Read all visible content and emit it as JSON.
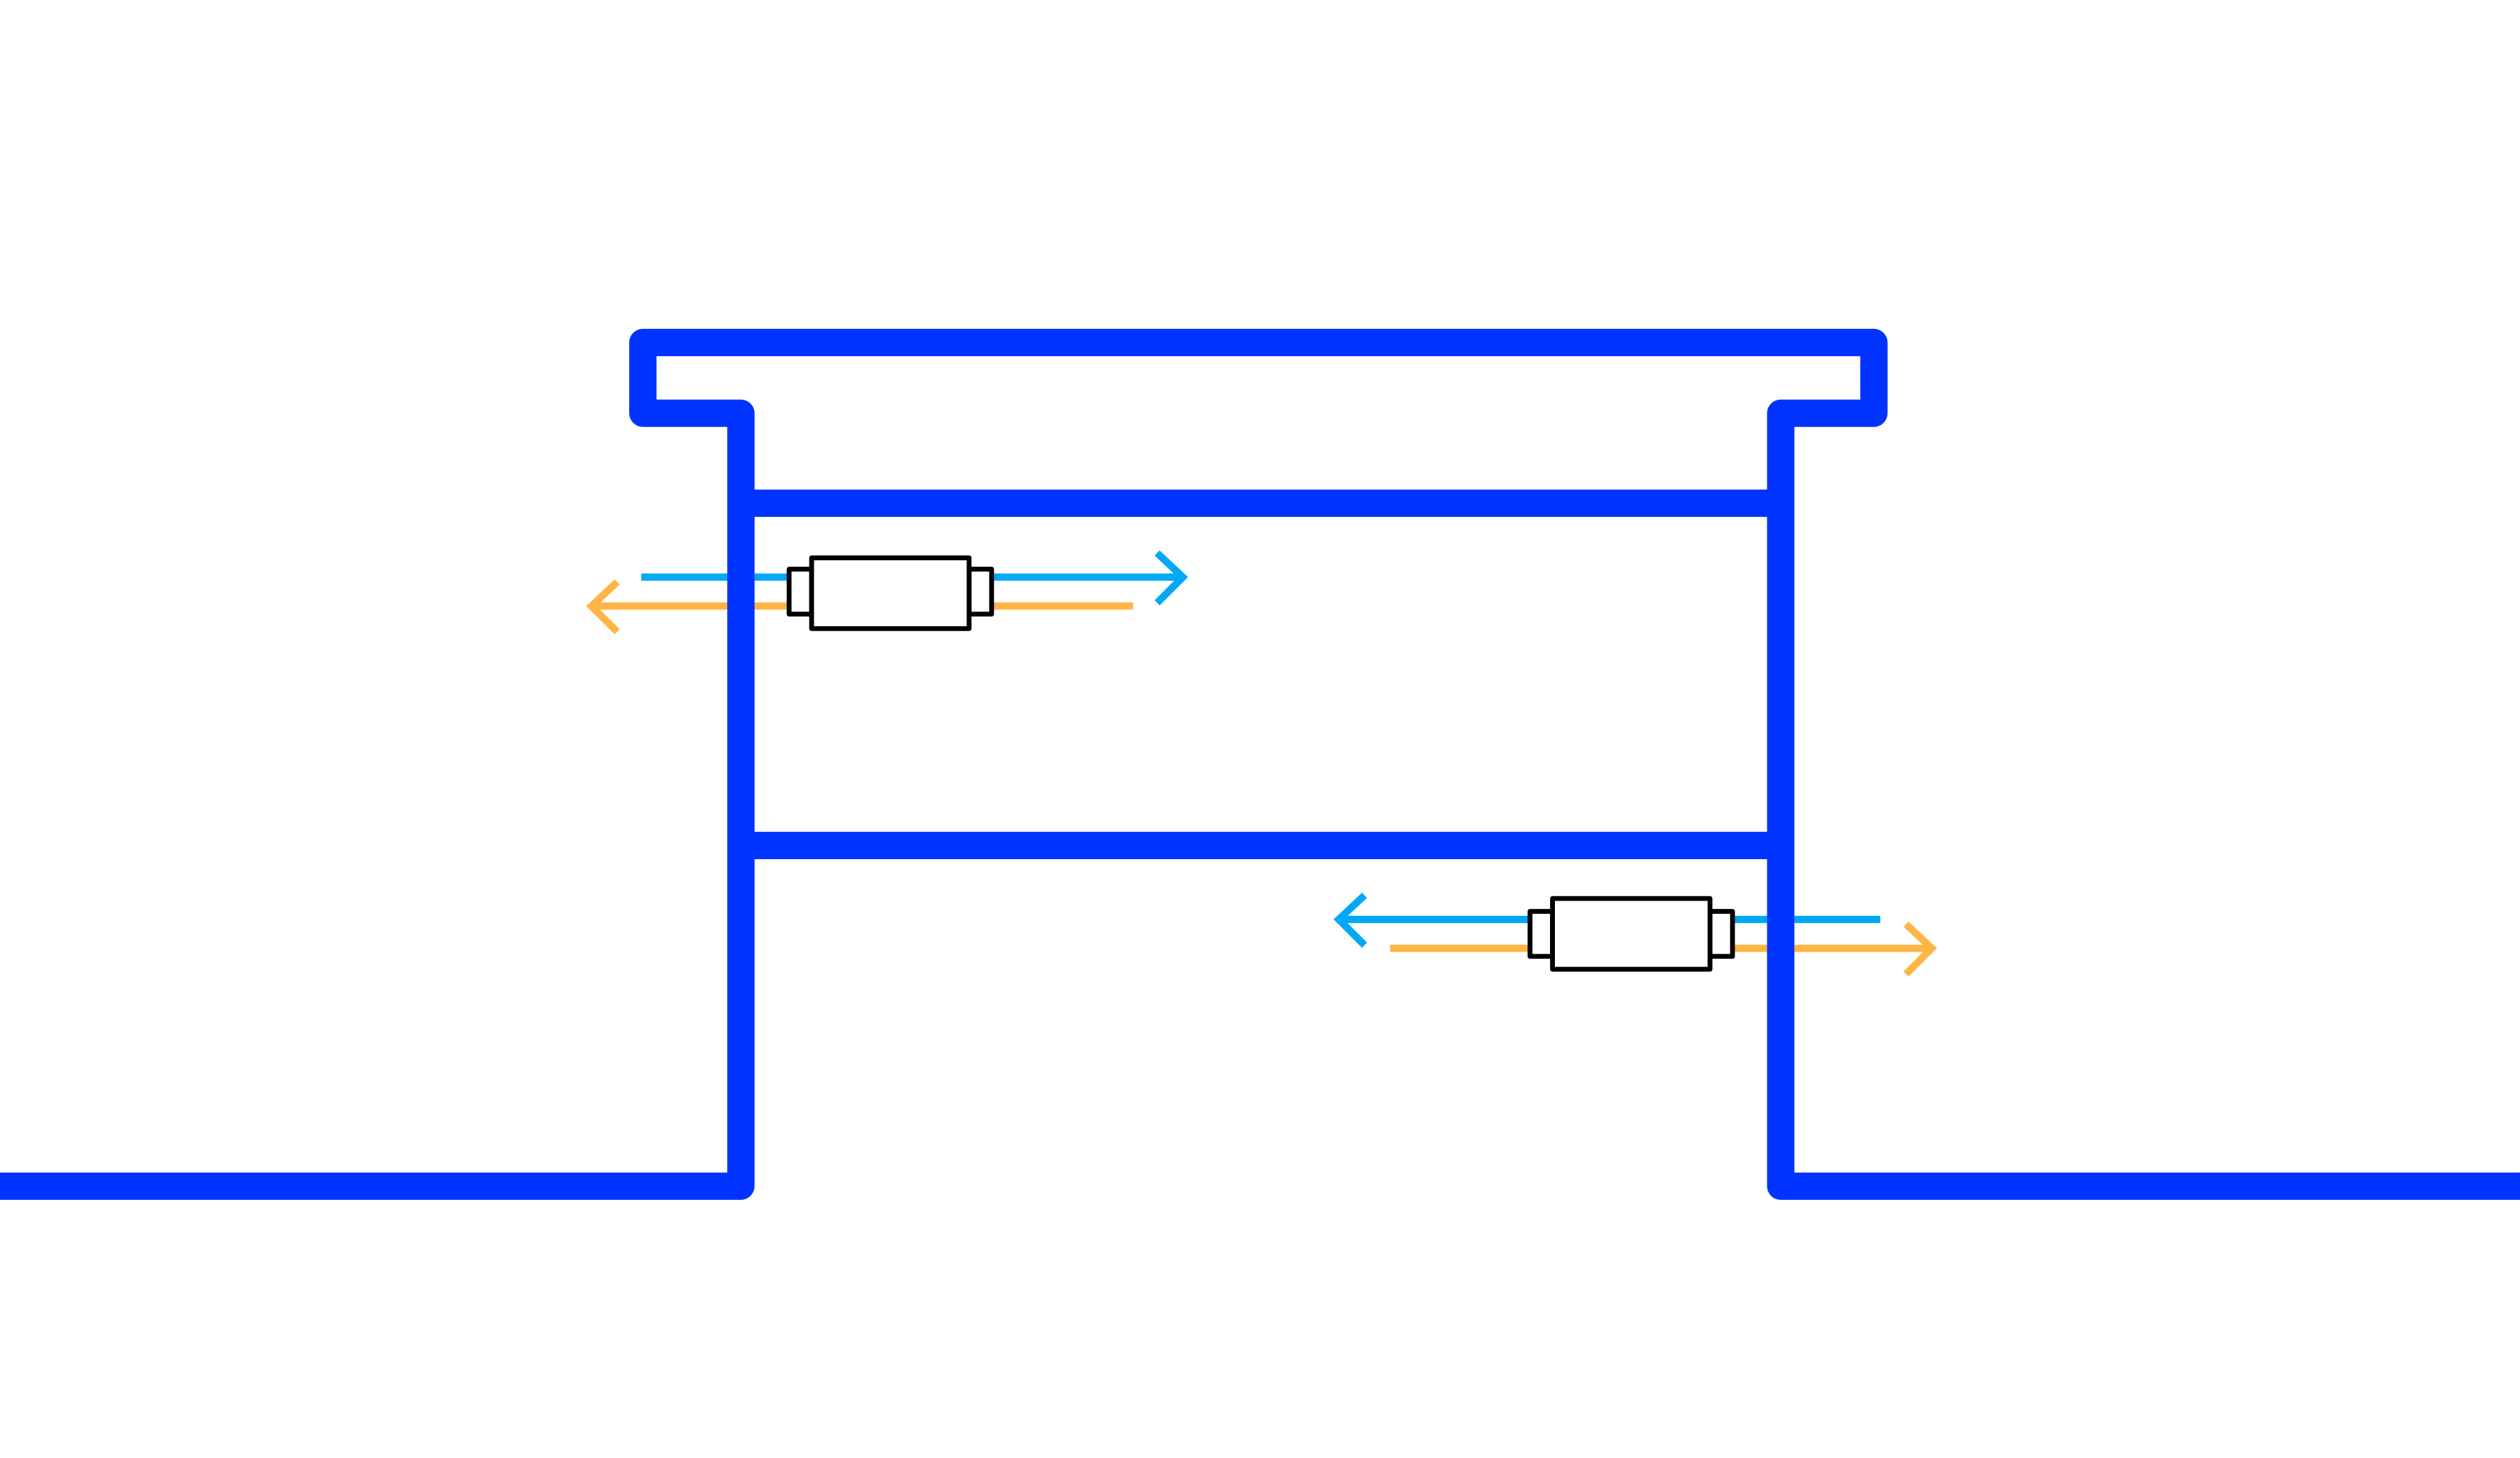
{
  "colors": {
    "structure": "#0033ff",
    "flow_right": "#00a8f5",
    "flow_left": "#ffb545",
    "component_stroke": "#000000",
    "background": "#ffffff"
  },
  "components": [
    {
      "icon": "cylinder-component-icon",
      "flows": [
        "blue-arrow-right",
        "orange-arrow-left"
      ]
    },
    {
      "icon": "cylinder-component-icon",
      "flows": [
        "blue-arrow-left",
        "orange-arrow-right"
      ]
    }
  ]
}
